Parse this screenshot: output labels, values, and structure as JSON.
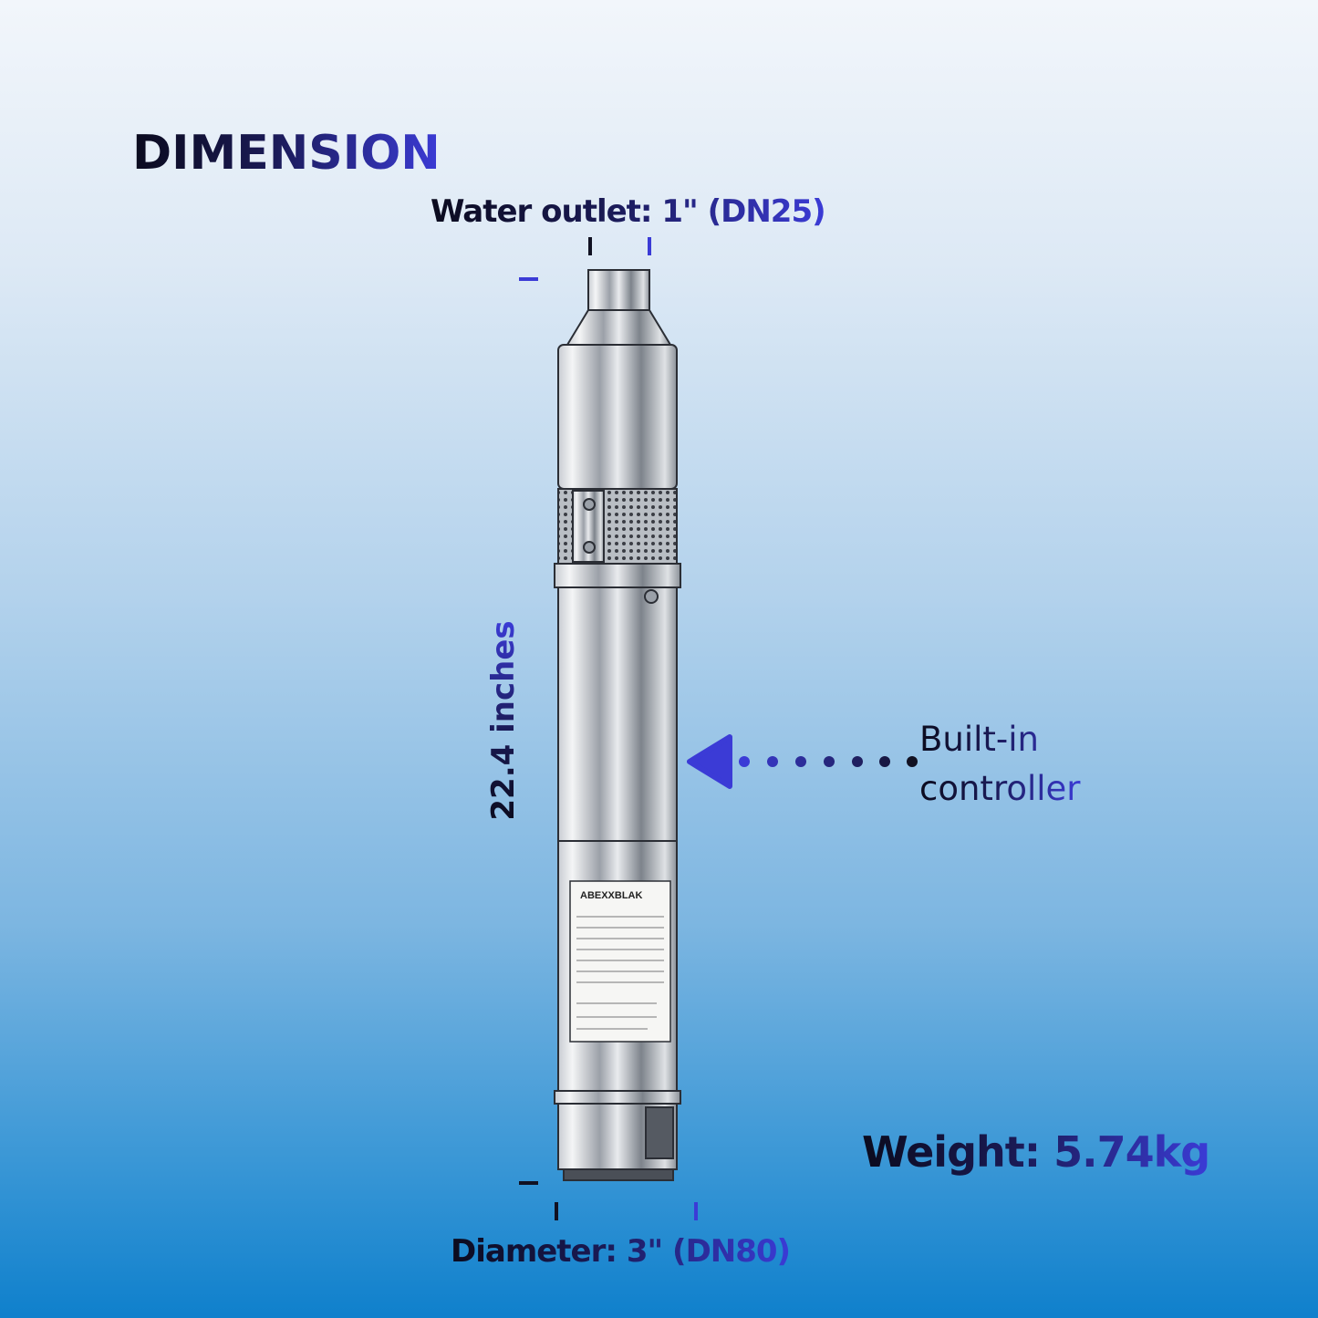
{
  "title": "DIMENSION",
  "water_outlet": "Water outlet: 1\" (DN25)",
  "height": "22.4 inches",
  "controller": {
    "line1": "Built-in",
    "line2": "controller"
  },
  "weight": "Weight: 5.74kg",
  "diameter": "Diameter: 3\" (DN80)",
  "pump_label_brand": "ABEXXBLAK",
  "colors": {
    "accent": "#3b3bd6",
    "dark": "#0b0b1e",
    "bg_bottom": "#0f80cc"
  }
}
